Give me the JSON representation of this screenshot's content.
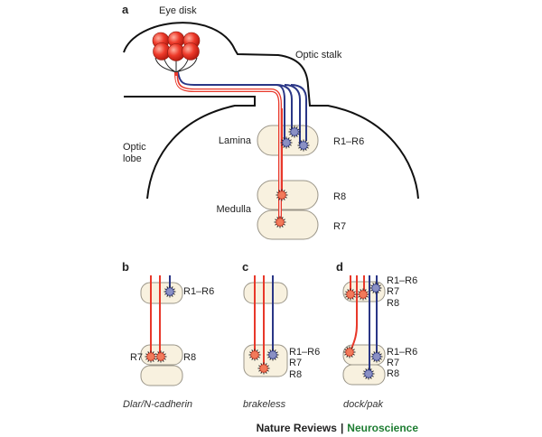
{
  "panel_a": {
    "letter": "a",
    "eye_disk": "Eye disk",
    "optic_stalk": "Optic stalk",
    "optic_lobe": [
      "Optic",
      "lobe"
    ],
    "lamina": "Lamina",
    "medulla": "Medulla",
    "r1_r6": "R1–R6",
    "r8": "R8",
    "r7": "R7"
  },
  "panel_b": {
    "letter": "b",
    "r1_r6": "R1–R6",
    "r7": "R7",
    "r8": "R8",
    "caption": "Dlar/N-cadherin"
  },
  "panel_c": {
    "letter": "c",
    "r1_r6": "R1–R6",
    "r7": "R7",
    "r8": "R8",
    "caption": "brakeless"
  },
  "panel_d": {
    "letter": "d",
    "top_labels": [
      "R1–R6",
      "R7",
      "R8"
    ],
    "bottom_labels": [
      "R1–R6",
      "R7",
      "R8"
    ],
    "caption": "dock/pak"
  },
  "footer": {
    "journal": "Nature Reviews",
    "separator": "|",
    "section": "Neuroscience"
  },
  "colors": {
    "r7_r8_axon": "#e8382a",
    "r1_r6_axon": "#2a3686",
    "section_green": "#1e7d32",
    "neuropil": "#f8f1df"
  }
}
